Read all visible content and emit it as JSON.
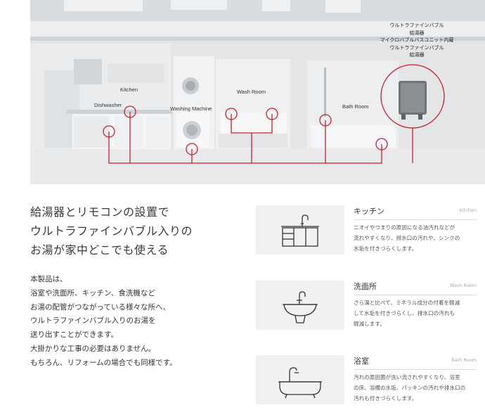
{
  "hero": {
    "labels": {
      "kitchen": "Kitchen",
      "dishwasher": "Dishwasher",
      "washing_machine": "Washing Machine",
      "wash_room": "Wash Room",
      "bath_room": "Bath Room"
    },
    "heater_caption": [
      "ウルトラファインバブル",
      "給湯器",
      "マイクロバブルバスユニット内蔵",
      "ウルトラファインバブル",
      "給湯器"
    ],
    "pipe_color": "#c8202a"
  },
  "heading": {
    "lines": [
      "給湯器とリモコンの設置で",
      "ウルトラファインバブル入りの",
      "お湯が家中どこでも使える"
    ]
  },
  "body": {
    "lines": [
      "本製品は、",
      "浴室や洗面所、キッチン、食洗機など",
      "お湯の配管がつながっている様々な所へ、",
      "ウルトラファインバブル入りのお湯を",
      "送り出すことができます。",
      "大掛かりな工事の必要はありません。",
      "もちろん、リフォームの場合でも同様です。"
    ]
  },
  "features": [
    {
      "icon": "kitchen-icon",
      "title": "キッチン",
      "en": "Kitchen",
      "desc": [
        "ニオイやつまりの原因になる油汚れなどが",
        "流れやすくなり、排水口の汚れや、シンクの",
        "水垢を付きづらくします。"
      ]
    },
    {
      "icon": "washbasin-icon",
      "title": "洗面所",
      "en": "Wash Room",
      "desc": [
        "さら湯と比べて、ミネラル成分の付着を軽減",
        "して水垢を付きづらくし、排水口の汚れも",
        "軽減します。"
      ]
    },
    {
      "icon": "bathtub-icon",
      "title": "浴室",
      "en": "Bath Room",
      "desc": [
        "汚れの原因菌が洗い流されやすくなり、浴室",
        "の床、浴槽の水垢、パッキンの汚れや排水口の",
        "汚れも付きづらくします。"
      ]
    }
  ]
}
